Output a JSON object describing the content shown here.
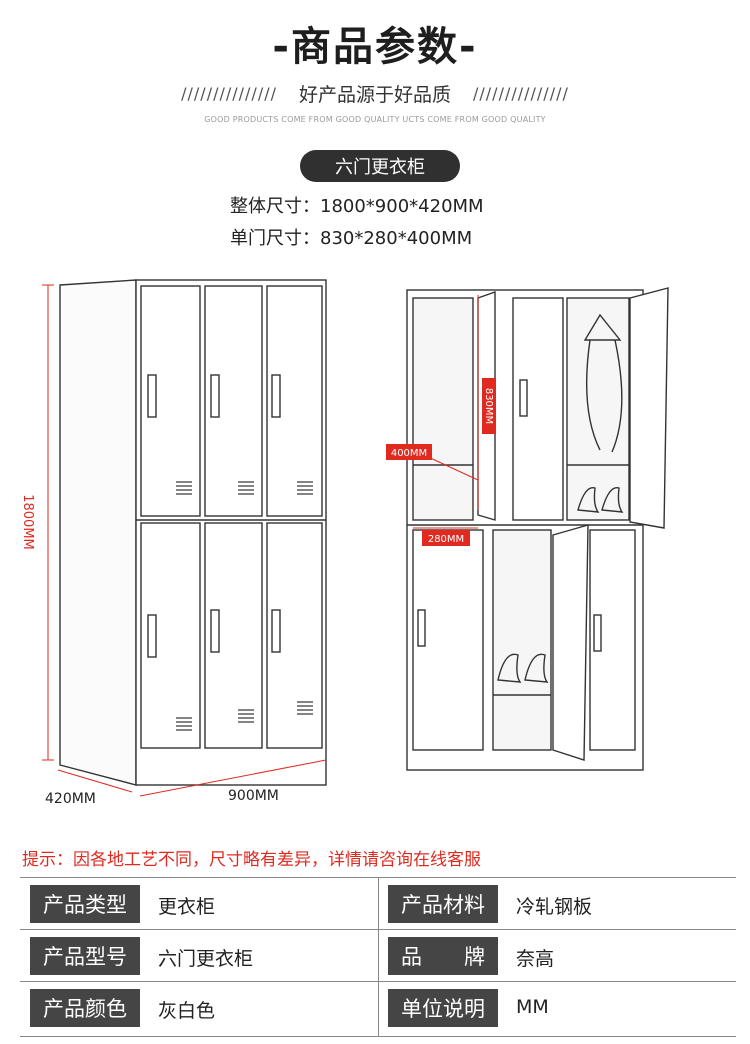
{
  "header": {
    "title": "-商品参数-",
    "slashes_left": "///////////////",
    "slogan": "好产品源于好品质",
    "slashes_right": "///////////////",
    "tagline": "GOOD PRODUCTS COME FROM GOOD QUALITY  UCTS COME FROM GOOD QUALITY"
  },
  "product": {
    "name": "六门更衣柜",
    "overall_size": "整体尺寸：1800*900*420MM",
    "door_size": "单门尺寸：830*280*400MM"
  },
  "diagram": {
    "height_label": "1800MM",
    "depth_label": "420MM",
    "width_label": "900MM",
    "door_height_label": "830MM",
    "door_depth_label": "400MM",
    "door_width_label": "280MM"
  },
  "notice": "提示：因各地工艺不同，尺寸略有差异，详情请咨询在线客服",
  "table": [
    {
      "label": "产品类型",
      "value": "更衣柜",
      "label2": "产品材料",
      "value2": "冷轧钢板"
    },
    {
      "label": "产品型号",
      "value": "六门更衣柜",
      "label2": "品　　牌",
      "value2": "奈高"
    },
    {
      "label": "产品颜色",
      "value": "灰白色",
      "label2": "单位说明",
      "value2": "MM"
    }
  ],
  "colors": {
    "accent_red": "#e02a20",
    "label_bg": "#454545",
    "pill_bg": "#303030"
  }
}
